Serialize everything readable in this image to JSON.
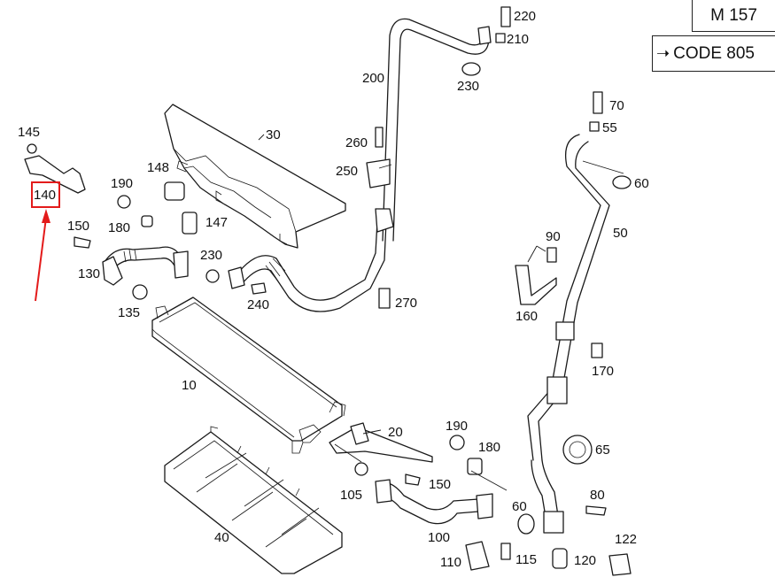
{
  "header": {
    "model": "M 157",
    "code_arrow_icon": "arrow-right-icon",
    "code": "CODE 805"
  },
  "highlight": {
    "part": "140",
    "color": "#e31b1b"
  },
  "callouts": [
    {
      "id": "c10",
      "label": "10"
    },
    {
      "id": "c20",
      "label": "20"
    },
    {
      "id": "c30",
      "label": "30"
    },
    {
      "id": "c40",
      "label": "40"
    },
    {
      "id": "c50",
      "label": "50"
    },
    {
      "id": "c55",
      "label": "55"
    },
    {
      "id": "c60a",
      "label": "60"
    },
    {
      "id": "c60b",
      "label": "60"
    },
    {
      "id": "c65",
      "label": "65"
    },
    {
      "id": "c70",
      "label": "70"
    },
    {
      "id": "c80",
      "label": "80"
    },
    {
      "id": "c90",
      "label": "90"
    },
    {
      "id": "c100",
      "label": "100"
    },
    {
      "id": "c105",
      "label": "105"
    },
    {
      "id": "c110",
      "label": "110"
    },
    {
      "id": "c115",
      "label": "115"
    },
    {
      "id": "c120",
      "label": "120"
    },
    {
      "id": "c122",
      "label": "122"
    },
    {
      "id": "c130",
      "label": "130"
    },
    {
      "id": "c135",
      "label": "135"
    },
    {
      "id": "c140",
      "label": "140"
    },
    {
      "id": "c145",
      "label": "145"
    },
    {
      "id": "c147",
      "label": "147"
    },
    {
      "id": "c148",
      "label": "148"
    },
    {
      "id": "c150a",
      "label": "150"
    },
    {
      "id": "c150b",
      "label": "150"
    },
    {
      "id": "c160",
      "label": "160"
    },
    {
      "id": "c170",
      "label": "170"
    },
    {
      "id": "c180a",
      "label": "180"
    },
    {
      "id": "c180b",
      "label": "180"
    },
    {
      "id": "c190a",
      "label": "190"
    },
    {
      "id": "c190b",
      "label": "190"
    },
    {
      "id": "c200",
      "label": "200"
    },
    {
      "id": "c210",
      "label": "210"
    },
    {
      "id": "c220",
      "label": "220"
    },
    {
      "id": "c230a",
      "label": "230"
    },
    {
      "id": "c230b",
      "label": "230"
    },
    {
      "id": "c240",
      "label": "240"
    },
    {
      "id": "c250",
      "label": "250"
    },
    {
      "id": "c260",
      "label": "260"
    },
    {
      "id": "c270",
      "label": "270"
    }
  ]
}
